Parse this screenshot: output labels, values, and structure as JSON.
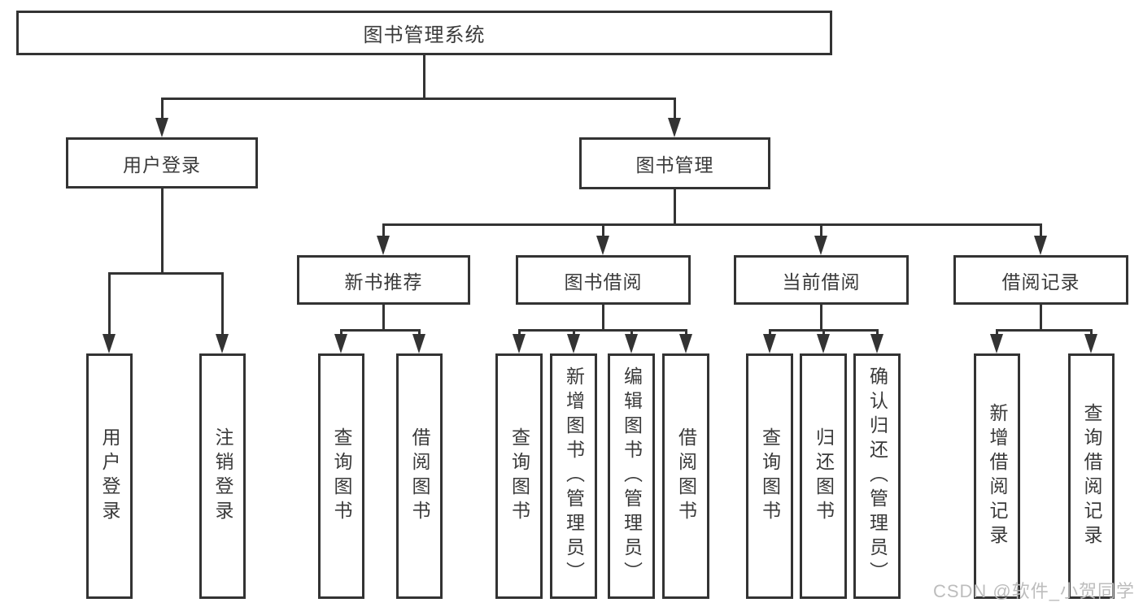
{
  "diagram": {
    "type": "tree",
    "root": {
      "label": "图书管理系统"
    },
    "level2": [
      {
        "label": "用户登录"
      },
      {
        "label": "图书管理"
      }
    ],
    "level3": [
      {
        "label": "新书推荐",
        "parent": "图书管理"
      },
      {
        "label": "图书借阅",
        "parent": "图书管理"
      },
      {
        "label": "当前借阅",
        "parent": "图书管理"
      },
      {
        "label": "借阅记录",
        "parent": "图书管理"
      }
    ],
    "leaves": {
      "user": [
        "用户登录",
        "注销登录"
      ],
      "newbook": [
        "查询图书",
        "借阅图书"
      ],
      "borrow": [
        "查询图书",
        "新增图书（管理员）",
        "编辑图书（管理员）",
        "借阅图书"
      ],
      "current": [
        "查询图书",
        "归还图书",
        "确认归还（管理员）"
      ],
      "records": [
        "新增借阅记录",
        "查询借阅记录"
      ]
    }
  },
  "watermark": {
    "text": "CSDN @软件_小贺同学"
  },
  "colors": {
    "line": "#333333",
    "text": "#3a3a3a",
    "background": "#ffffff",
    "watermark": "#bdbdbd"
  }
}
